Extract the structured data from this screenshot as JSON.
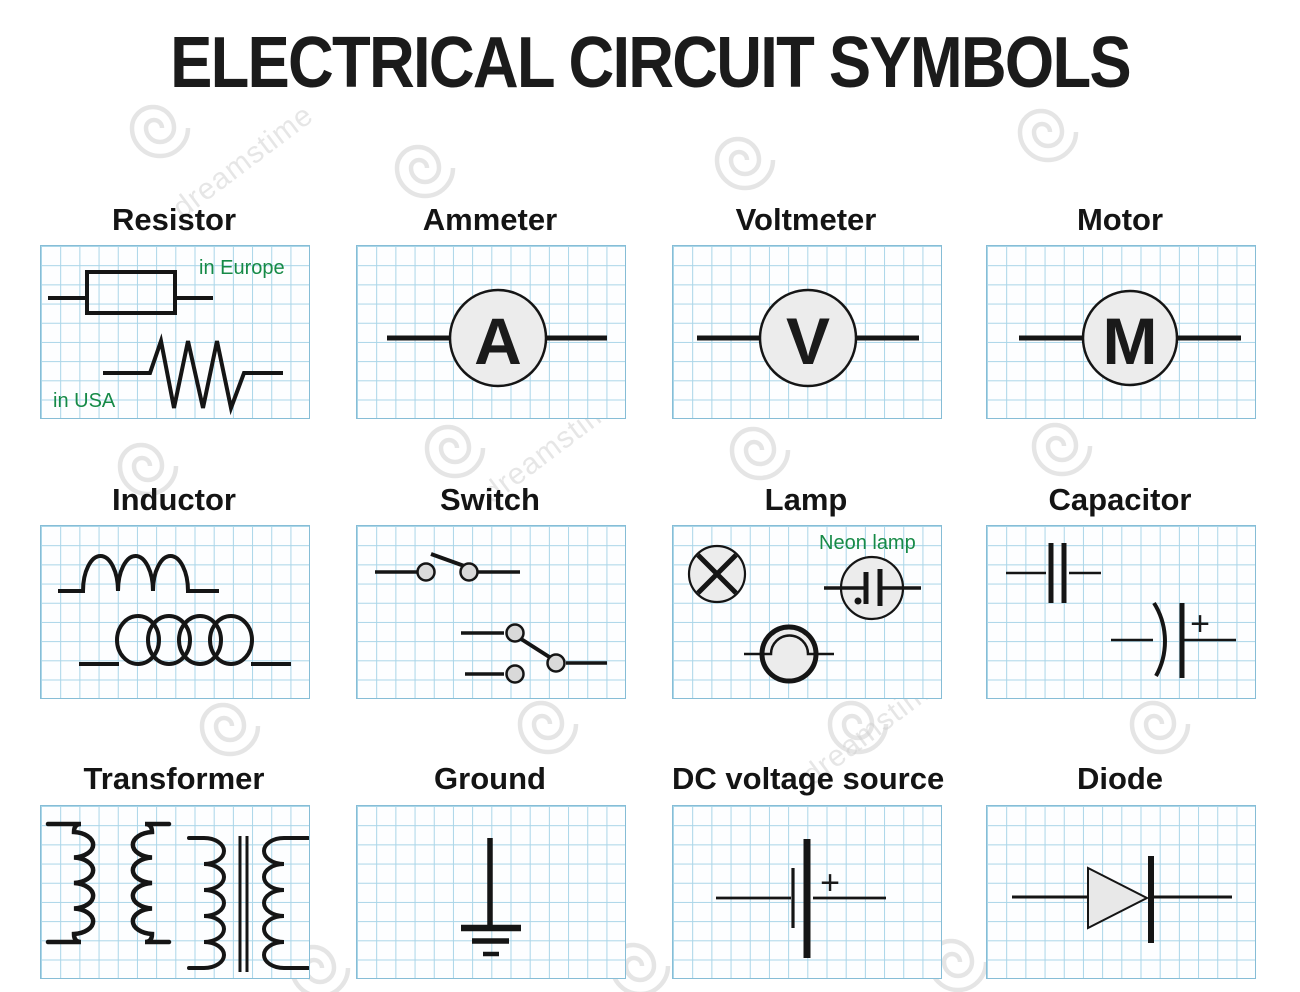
{
  "title": "ELECTRICAL CIRCUIT SYMBOLS",
  "watermark_text": "dreamstime",
  "colors": {
    "annotation_green": "#168a47",
    "symbol_black": "#151515",
    "grid_blue": "#a9d5e8",
    "meter_fill": "#ececec",
    "watermark_gray": "#cfcfcf"
  },
  "panels": {
    "resistor": {
      "label": "Resistor",
      "note_europe": "in Europe",
      "note_usa": "in USA"
    },
    "ammeter": {
      "label": "Ammeter",
      "letter": "A"
    },
    "voltmeter": {
      "label": "Voltmeter",
      "letter": "V"
    },
    "motor": {
      "label": "Motor",
      "letter": "M"
    },
    "inductor": {
      "label": "Inductor"
    },
    "switch": {
      "label": "Switch"
    },
    "lamp": {
      "label": "Lamp",
      "note_neon": "Neon lamp"
    },
    "capacitor": {
      "label": "Capacitor",
      "plus": "+"
    },
    "transformer": {
      "label": "Transformer"
    },
    "ground": {
      "label": "Ground"
    },
    "dc_voltage_source": {
      "label": "DC voltage source",
      "plus": "+"
    },
    "diode": {
      "label": "Diode"
    }
  }
}
